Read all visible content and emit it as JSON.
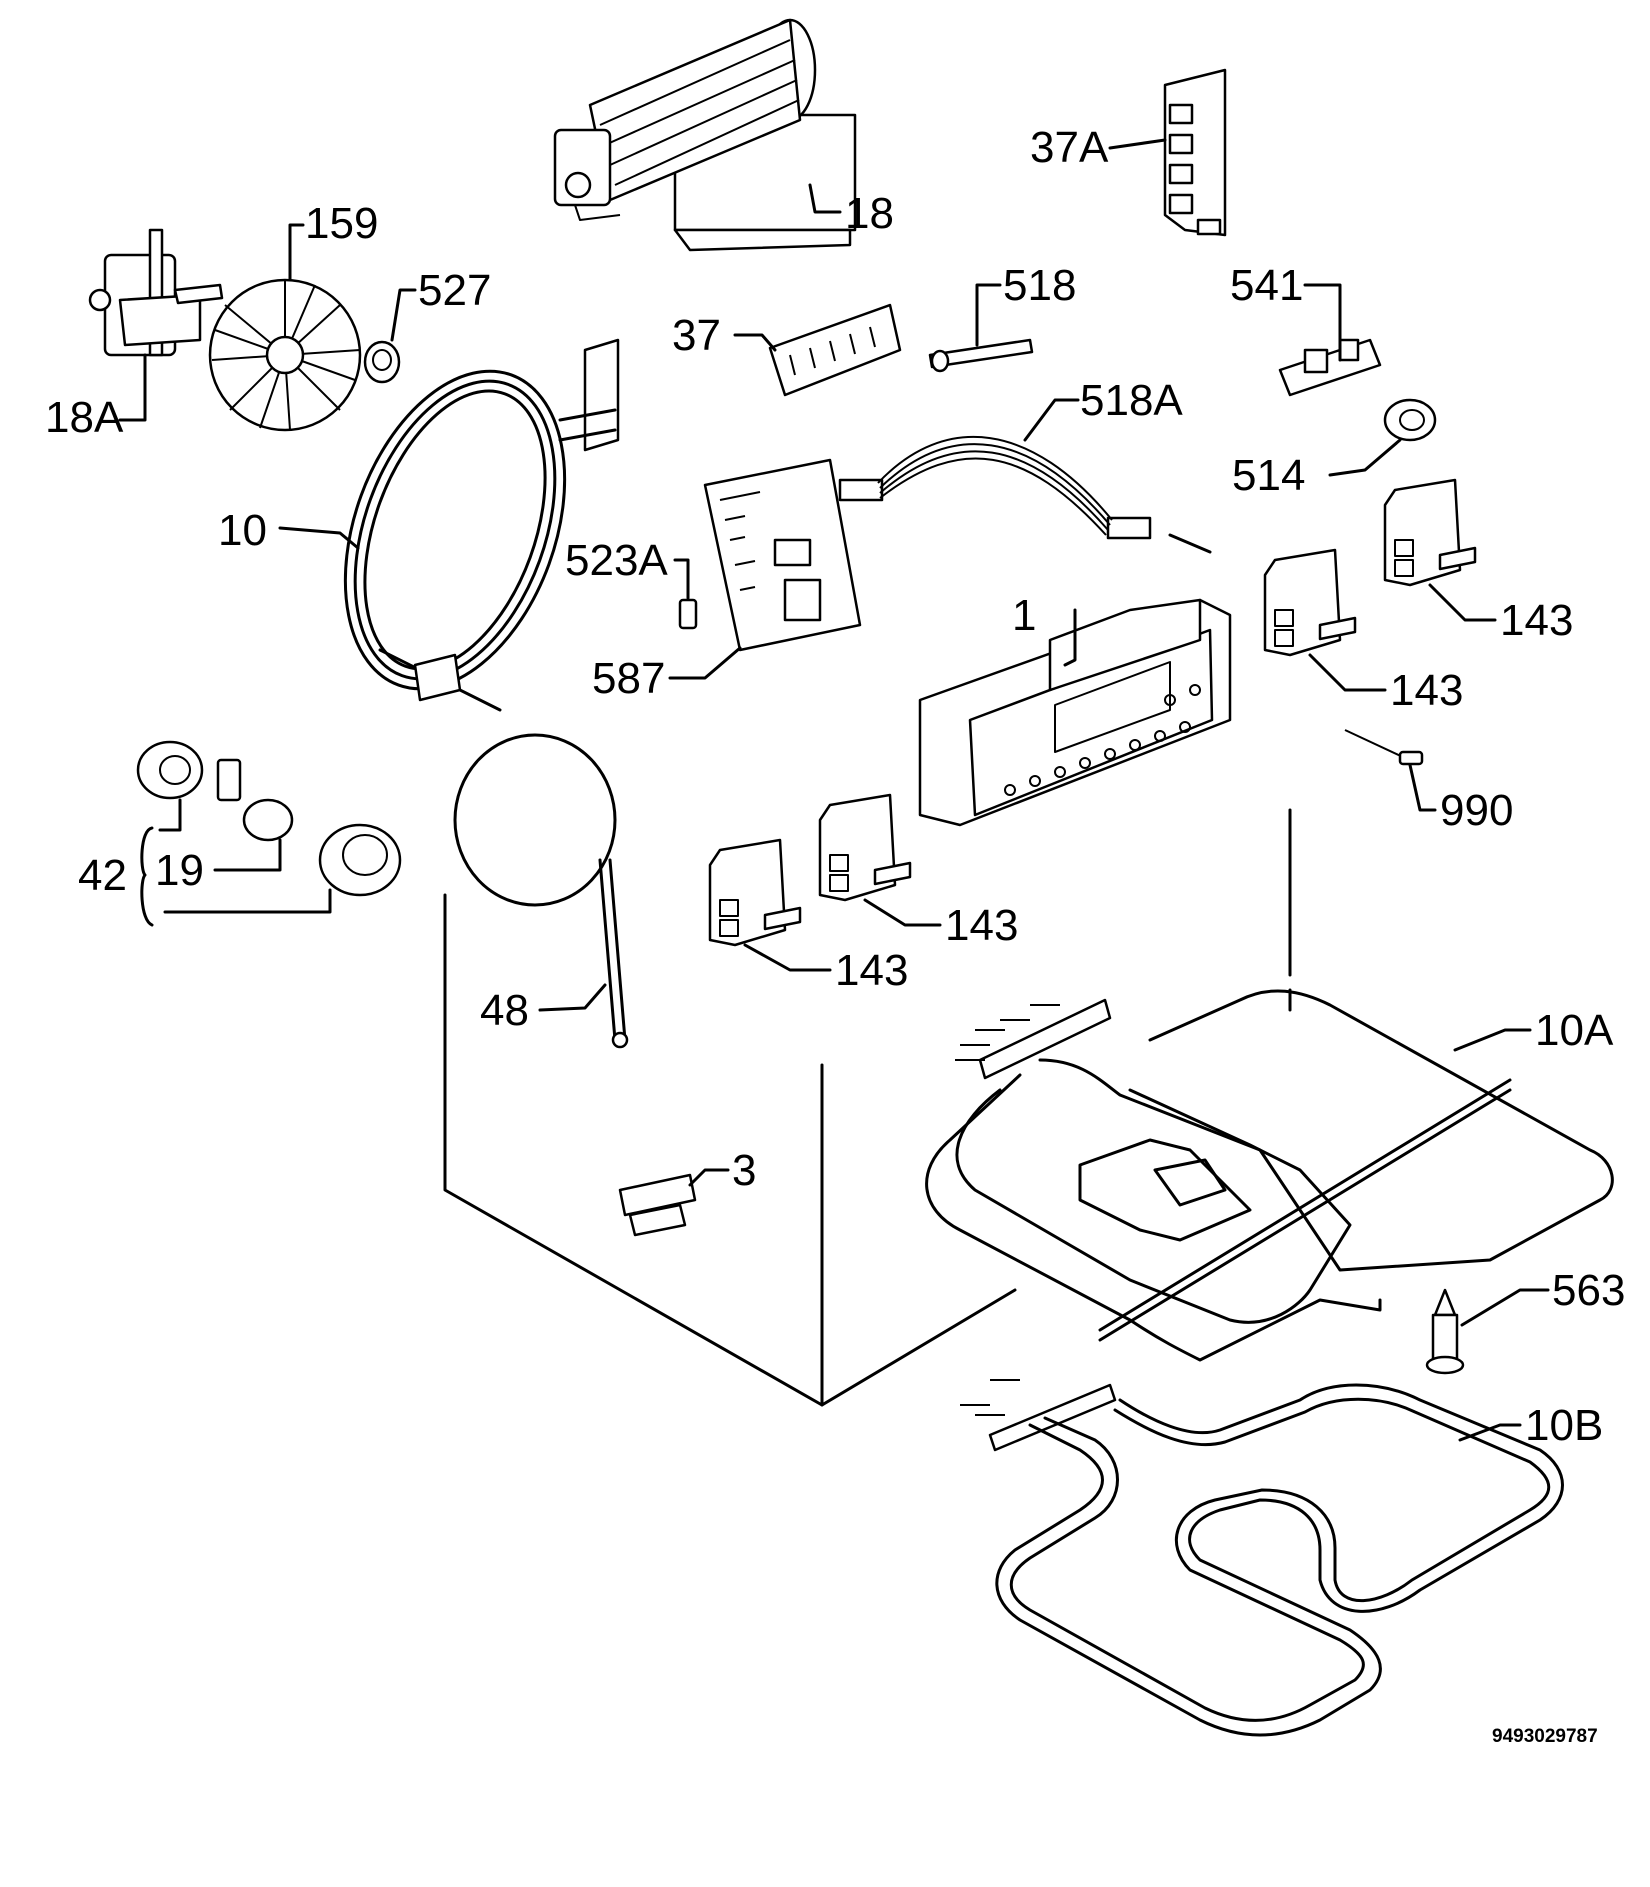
{
  "labels": {
    "l18": "18",
    "l37a": "37A",
    "l159": "159",
    "l527": "527",
    "l18a": "18A",
    "l518": "518",
    "l541": "541",
    "l37": "37",
    "l518a": "518A",
    "l10": "10",
    "l514": "514",
    "l523a": "523A",
    "l143a": "143",
    "l1": "1",
    "l143b": "143",
    "l587": "587",
    "l990": "990",
    "l42": "42",
    "l19": "19",
    "l143c": "143",
    "l143d": "143",
    "l48": "48",
    "l10a": "10A",
    "l3": "3",
    "l563": "563",
    "l10b": "10B"
  },
  "document_id": "9493029787",
  "icons": [
    "fan-motor-icon",
    "fan-blade-icon",
    "heating-element-icon",
    "control-panel-icon",
    "switch-icon",
    "lamp-icon"
  ]
}
